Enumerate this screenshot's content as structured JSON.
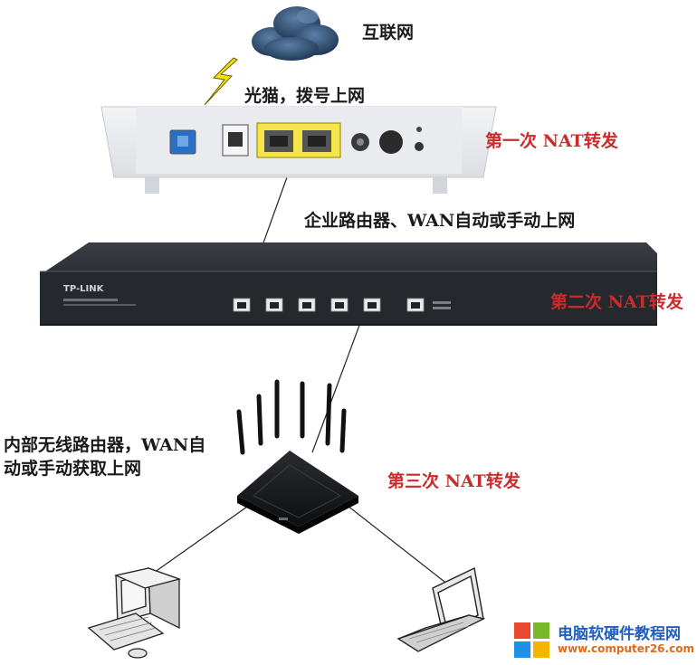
{
  "labels": {
    "internet": "互联网",
    "modem": "光猫，拨号上网",
    "nat1": "第一次 NAT转发",
    "enterprise_router": "企业路由器、WAN自动或手动上网",
    "nat2": "第二次 NAT转发",
    "wireless_router": "内部无线路由器，WAN自动或手动获取上网",
    "nat3": "第三次 NAT转发"
  },
  "devices": {
    "enterprise_router_brand": "TP-LINK"
  },
  "watermark": {
    "title": "电脑软硬件教程网",
    "url": "www.computer26.com"
  },
  "colors": {
    "nat_label": "#cc2b2b",
    "body_label": "#1a1a1a",
    "cloud": "#2c4a6b",
    "lightning": "#f2e200",
    "yellow_port": "#f4e64a",
    "wm_blue": "#1f5fbf",
    "wm_orange": "#e06a1a"
  }
}
